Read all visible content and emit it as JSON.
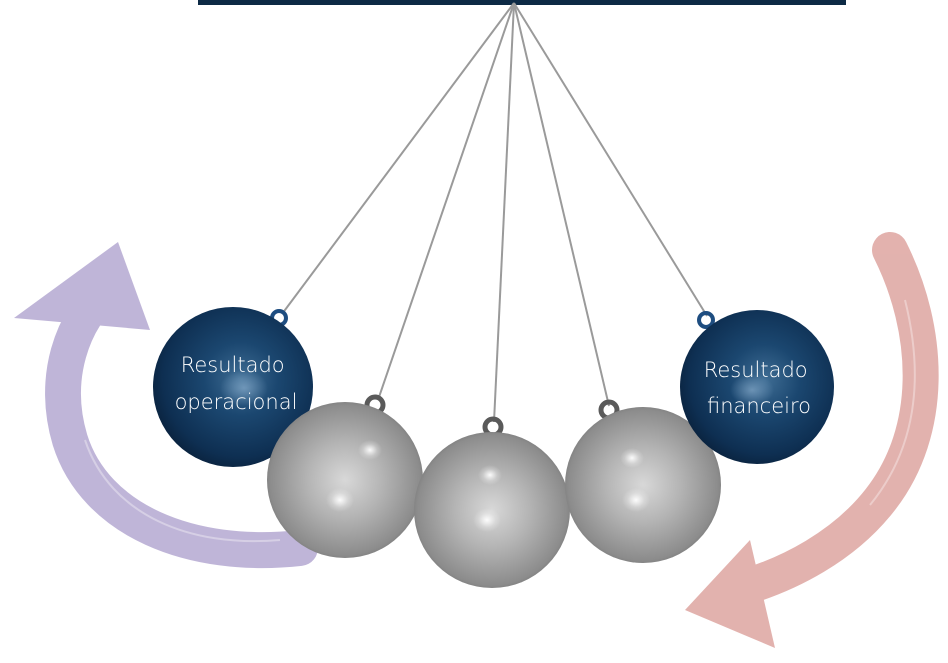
{
  "diagram": {
    "balls": {
      "left": {
        "lines": [
          "Resultado",
          "operacional"
        ]
      },
      "right": {
        "lines": [
          "Resultado",
          "financeiro"
        ]
      }
    },
    "colors": {
      "bar": "#0d2a45",
      "string": "#9a9a9a",
      "navy_ball": "#0f3558",
      "silver_ball": "#a9a9a9",
      "label_text": "#ffffff",
      "left_arrow": "#b5a9d2",
      "right_arrow": "#dea5a0"
    }
  }
}
